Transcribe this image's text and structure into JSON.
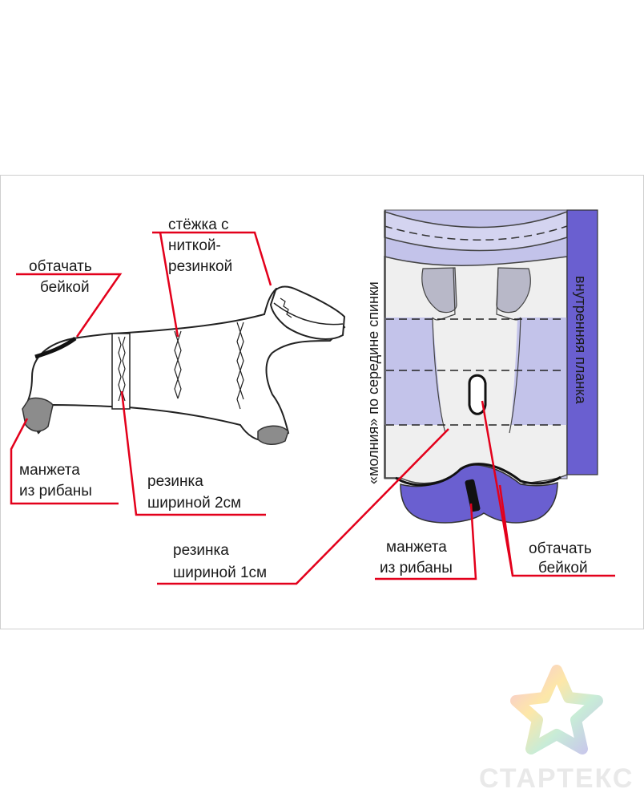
{
  "labels": {
    "stitch_line1": "стёжка с",
    "stitch_line2": "ниткой-",
    "stitch_line3": "резинкой",
    "binding_left_line1": "обтачать",
    "binding_left_line2": "бейкой",
    "cuff_left_line1": "манжета",
    "cuff_left_line2": "из рибаны",
    "elastic2_line1": "резинка",
    "elastic2_line2": "шириной 2см",
    "elastic1_line1": "резинка",
    "elastic1_line2": "шириной 1см",
    "cuff_right_line1": "манжета",
    "cuff_right_line2": "из рибаны",
    "binding_right_line1": "обтачать",
    "binding_right_line2": "бейкой",
    "zipper_vertical": "«молния» по середине спинки",
    "inner_placket": "внутренняя планка"
  },
  "watermark": {
    "brand": "СТАРТЕКС"
  },
  "colors": {
    "leader_red": "#e3001b",
    "lavender": "#c3c3ea",
    "purple": "#6a5fd0",
    "light_gray": "#e8e8e8",
    "cuff_gray": "#8c8c8c",
    "outline": "#222222"
  }
}
